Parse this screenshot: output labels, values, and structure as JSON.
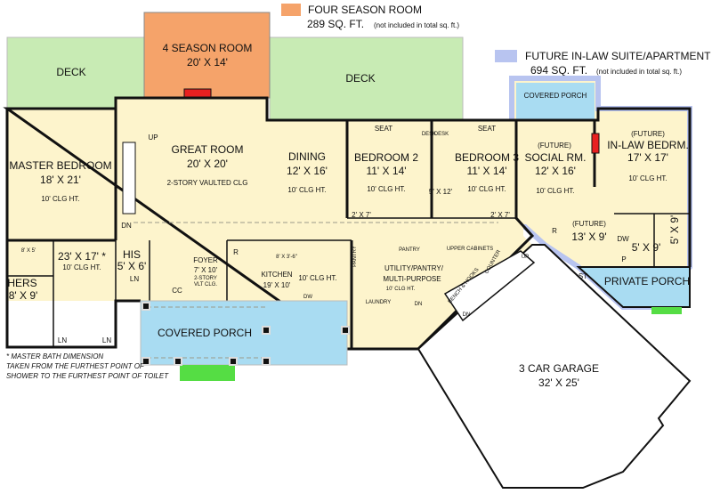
{
  "legend": [
    {
      "swatch_color": "#f5a36a",
      "title": "FOUR SEASON ROOM",
      "area": "289 SQ. FT.",
      "note": "(not included in total sq. ft.)"
    },
    {
      "swatch_color": "#b8c4f0",
      "title": "FUTURE IN-LAW SUITE/APARTMENT",
      "area": "694 SQ. FT.",
      "note": "(not included in total sq. ft.)"
    }
  ],
  "colors": {
    "floor": "#fdf4cc",
    "deck": "#c8ebb4",
    "porch": "#a9dcf2",
    "four_season": "#f5a36a",
    "fireplace": "#e82020",
    "steps": "#55dd44",
    "in_law_outline": "#b8c4f0"
  },
  "rooms": {
    "deck_left": "DECK",
    "deck_right": "DECK",
    "four_season": {
      "name": "4 SEASON ROOM",
      "size": "20' X 14'"
    },
    "master": {
      "name": "MASTER BEDROOM",
      "size": "18' X 21'",
      "clg": "10' CLG HT."
    },
    "great": {
      "name": "GREAT ROOM",
      "size": "20' X 20'",
      "clg": "2-STORY VAULTED CLG"
    },
    "dining": {
      "name": "DINING",
      "size": "12' X 16'",
      "clg": "10' CLG HT."
    },
    "bed2": {
      "name": "BEDROOM 2",
      "size": "11' X 14'",
      "clg": "10' CLG HT.",
      "closet": "2' X 7'",
      "seat": "SEAT"
    },
    "bed3": {
      "name": "BEDROOM 3",
      "size": "11' X 14'",
      "clg": "10' CLG HT.",
      "closet": "2' X 7'",
      "seat": "SEAT"
    },
    "desk": "DESK",
    "bath_mid": "5' X 12'",
    "covered_porch_top": "COVERED PORCH",
    "social": {
      "future": "(FUTURE)",
      "name": "SOCIAL RM.",
      "size": "12' X 16'",
      "clg": "10' CLG HT."
    },
    "inlaw_bed": {
      "future": "(FUTURE)",
      "name": "IN-LAW BEDRM.",
      "size": "17' X 17'",
      "clg": "10' CLG HT."
    },
    "inlaw_kitchen": {
      "future": "(FUTURE)",
      "size": "13' X 9'"
    },
    "inlaw_bath": "5' X 9'",
    "inlaw_bath2": "5' X 9'",
    "r": "R",
    "dw": "DW",
    "p": "P",
    "st": "ST",
    "private_porch": "PRIVATE PORCH",
    "master_bath": {
      "size": "23' X 17' *",
      "clg": "10' CLG HT."
    },
    "shower": "8' X 5'",
    "hers": {
      "name": "HERS",
      "size": "8' X 9'"
    },
    "his": {
      "name": "HIS",
      "size": "5' X 6'"
    },
    "ln": "LN",
    "foyer": {
      "name": "FOYER",
      "size": "7' X 10'",
      "clg1": "2-STORY",
      "clg2": "VLT CLG."
    },
    "cc": "CC",
    "kitchen": {
      "name": "KITCHEN",
      "size": "19' X 10'",
      "clg": "10' CLG HT.",
      "island": "8' X 3'-6\"",
      "dw": "DW",
      "r": "R"
    },
    "pantry": "PANTRY",
    "upper_cabinets": "UPPER CABINETS",
    "counter": "COUNTER",
    "bench": "BENCH & HOOKS",
    "utility": {
      "line1": "UTILITY/PANTRY/",
      "line2": "MULTI-PURPOSE",
      "clg": "10' CLG HT."
    },
    "laundry": "LAUNDRY",
    "up": "UP",
    "dn": "DN",
    "covered_porch": "COVERED PORCH",
    "garage": {
      "name": "3 CAR GARAGE",
      "size": "32' X 25'"
    }
  },
  "footnote": [
    "* MASTER BATH DIMENSION",
    "TAKEN FROM THE FURTHEST POINT OF",
    "SHOWER TO THE FURTHEST POINT OF TOILET"
  ]
}
